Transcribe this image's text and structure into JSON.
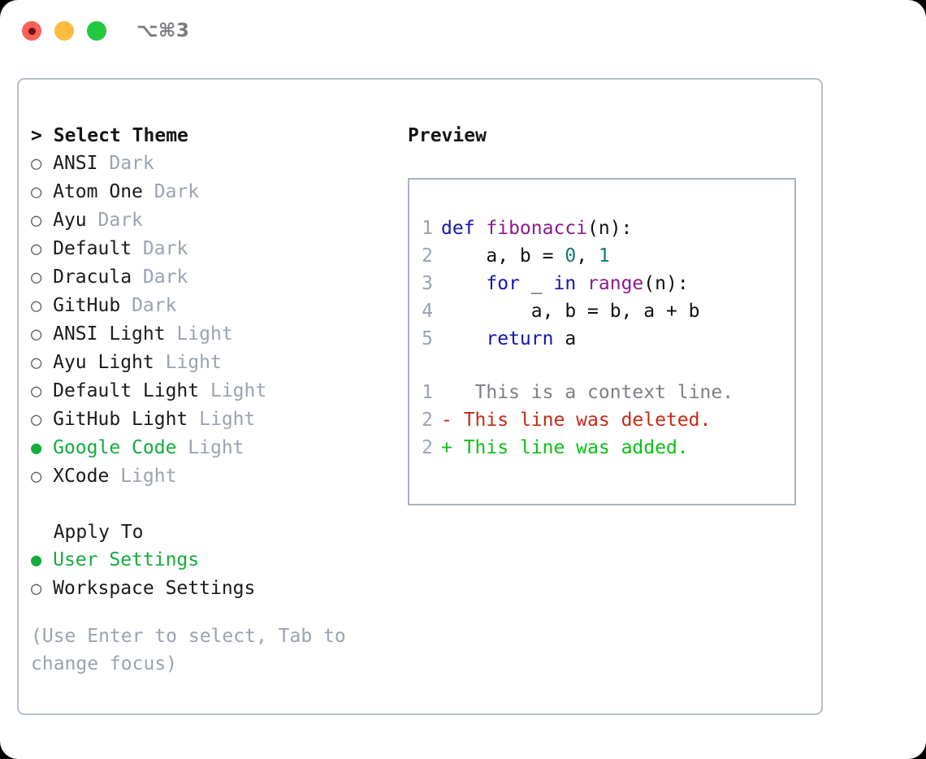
{
  "window": {
    "traffic_lights": [
      "close-dot",
      "minimize-dot",
      "maximize-dot"
    ],
    "shortcut_label": "⌥⌘3"
  },
  "theme_picker": {
    "header_caret": ">",
    "header_label": "Select Theme",
    "radio_unselected_glyph": "○",
    "radio_selected_glyph": "●",
    "items": [
      {
        "name": "ANSI",
        "category": "Dark",
        "selected": false
      },
      {
        "name": "Atom One",
        "category": "Dark",
        "selected": false
      },
      {
        "name": "Ayu",
        "category": "Dark",
        "selected": false
      },
      {
        "name": "Default",
        "category": "Dark",
        "selected": false
      },
      {
        "name": "Dracula",
        "category": "Dark",
        "selected": false
      },
      {
        "name": "GitHub",
        "category": "Dark",
        "selected": false
      },
      {
        "name": "ANSI Light",
        "category": "Light",
        "selected": false
      },
      {
        "name": "Ayu Light",
        "category": "Light",
        "selected": false
      },
      {
        "name": "Default Light",
        "category": "Light",
        "selected": false
      },
      {
        "name": "GitHub Light",
        "category": "Light",
        "selected": false
      },
      {
        "name": "Google Code",
        "category": "Light",
        "selected": true
      },
      {
        "name": "XCode",
        "category": "Light",
        "selected": false
      }
    ]
  },
  "apply_to": {
    "header_label": "Apply To",
    "options": [
      {
        "label": "User Settings",
        "selected": true
      },
      {
        "label": "Workspace Settings",
        "selected": false
      }
    ]
  },
  "hint": {
    "text": "(Use Enter to select, Tab to change focus)"
  },
  "preview": {
    "title": "Preview",
    "code_lines": [
      {
        "no": "1",
        "tokens": [
          {
            "t": "def ",
            "c": "kw"
          },
          {
            "t": "fibonacci",
            "c": "fn"
          },
          {
            "t": "(n):",
            "c": "pl"
          }
        ]
      },
      {
        "no": "2",
        "tokens": [
          {
            "t": "    a, b = ",
            "c": "pl"
          },
          {
            "t": "0",
            "c": "num"
          },
          {
            "t": ", ",
            "c": "pl"
          },
          {
            "t": "1",
            "c": "num"
          }
        ]
      },
      {
        "no": "3",
        "tokens": [
          {
            "t": "    ",
            "c": "pl"
          },
          {
            "t": "for",
            "c": "kw"
          },
          {
            "t": " _ ",
            "c": "pl"
          },
          {
            "t": "in",
            "c": "kw"
          },
          {
            "t": " ",
            "c": "pl"
          },
          {
            "t": "range",
            "c": "fn"
          },
          {
            "t": "(n):",
            "c": "pl"
          }
        ]
      },
      {
        "no": "4",
        "tokens": [
          {
            "t": "        a, b = b, a + b",
            "c": "pl"
          }
        ]
      },
      {
        "no": "5",
        "tokens": [
          {
            "t": "    ",
            "c": "pl"
          },
          {
            "t": "return",
            "c": "kw"
          },
          {
            "t": " a",
            "c": "pl"
          }
        ]
      }
    ],
    "diff_lines": [
      {
        "no": "1",
        "marker": " ",
        "text": "  This is a context line.",
        "kind": "ctx"
      },
      {
        "no": "2",
        "marker": "-",
        "text": " This line was deleted.",
        "kind": "del"
      },
      {
        "no": "2",
        "marker": "+",
        "text": " This line was added.",
        "kind": "add"
      }
    ]
  },
  "colors": {
    "accent_green": "#12ad3c",
    "muted_grey": "#9aa3b2",
    "keyword_blue": "#1515b0",
    "function_purple": "#8d1a8d",
    "number_teal": "#0e7c75",
    "diff_delete_red": "#c52a16",
    "diff_add_green": "#0bc115",
    "border_blue_grey": "#b6bfcc"
  }
}
